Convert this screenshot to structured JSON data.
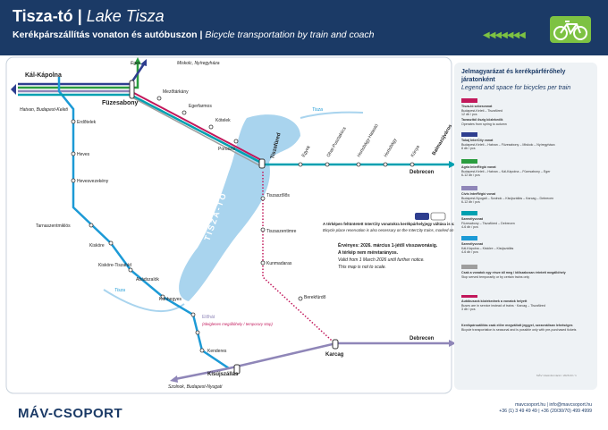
{
  "header": {
    "title_hu": "Tisza-tó",
    "title_sep": "|",
    "title_en": "Lake Tisza",
    "subtitle_hu": "Kerékpárszállítás vonaton és autóbuszon",
    "subtitle_sep": "|",
    "subtitle_en": "Bicycle transportation by train and coach",
    "arrows": "◀◀◀◀◀◀◀",
    "colors": {
      "bg": "#1b3a66",
      "accent": "#7dc242"
    }
  },
  "map": {
    "lake_name": "TISZA-TÓ",
    "river_tisza": "Tisza",
    "river_zagyva": "Tisza",
    "stations": {
      "kal_kapolna": "Kál-Kápolna",
      "hatvan": "Hatvan, Budapest-Keleti",
      "fuzesabony": "Füzesabony",
      "eger": "Eger",
      "miskolc": "Miskolc, Nyíregyháza",
      "mezotarkany": "Mezőtárkány",
      "egerfarmos": "Egerfarmos",
      "kotelek": "Kötelek",
      "poroszlo": "Poroszló",
      "tiszafured": "Tiszafüred",
      "egyek": "Egyek",
      "ohat": "Ohat-Pusztakócs",
      "hortobagy_halasto": "Hortobágy-Halastó",
      "hortobagy": "Hortobágy",
      "kunya": "Kúnya",
      "balmazujvaros": "Balmazújváros",
      "debrecen1": "Debrecen",
      "erdotelek": "Erdőtelek",
      "heves": "Heves",
      "hevesvezekeny": "Hevesvezekény",
      "tarnaszentmiklos": "Tarnaszentmiklós",
      "kiskore": "Kisköre",
      "kiskore_tiszahid": "Kisköre-Tiszahíd",
      "abadszalok": "Abádszalók",
      "kunhegyes": "Kunhegyes",
      "eloszallas": "Előhát",
      "temp_stop": "(Ideiglenes megállóhely / temporary stop)",
      "kenderes": "Kenderes",
      "kisujszallas": "Kisújszállás",
      "szolnok": "Szolnok, Budapest-Nyugati",
      "tiszaszolos": "Tiszaszőlős",
      "tiszaszentimre": "Tiszaszentimre",
      "kunmadaras": "Kunmadaras",
      "berekfurdo": "Berekfürdő",
      "karcag": "Karcag",
      "debrecen2": "Debrecen"
    },
    "notice_hu": "A térképen feltüntetett InterCity vonatokra kerékpárhely­jegy váltása is szükséges.",
    "notice_en": "Bicycle place reservation is also necessary on the InterCity trains, marked on the map.",
    "validity_hu": "Érvényes: 2026. március 1-jétől visszavonásig.",
    "scale_hu": "A térkép nem méretarányos.",
    "validity_en": "Valid from 1 March 2026 until further notice.",
    "scale_en": "This map is not to scale.",
    "line_colors": {
      "intercity": "#2e3e8f",
      "green": "#2a9d3f",
      "violet": "#8f86b8",
      "blue": "#1c9ad6",
      "teal": "#00a0b0",
      "pink": "#c2185b",
      "lake": "#a9d4ee"
    }
  },
  "legend": {
    "title_hu": "Jelmagyarázat és kerékpárférőhely járatonként",
    "title_en": "Legend and space for bicycles per train",
    "items": [
      {
        "name": "Tisza-tó sebesvonat",
        "desc": "Budapest-Keleti – Tiszafüred",
        "cap": "12 db / pcs",
        "color": "#c2185b"
      },
      {
        "name": "Tavaszitól őszig közlekedik",
        "desc": "Operates from spring to autumn",
        "cap": "",
        "color": "#c2185b"
      },
      {
        "name": "Tokaj InterCity vonat",
        "desc": "Budapest-Keleti – Hatvan – Füzesabony – Miskolc – Nyíregyháza",
        "cap": "8 db / pcs",
        "color": "#2e3e8f"
      },
      {
        "name": "Agria InterRégió vonat",
        "desc": "Budapest-Keleti – Hatvan – Kál-Kápolna – Füzesabony – Eger",
        "cap": "6-12 db / pcs",
        "color": "#2a9d3f"
      },
      {
        "name": "Cívis InterRégió vonat",
        "desc": "Budapest-Nyugati – Szolnok – Kisújszállás – Karcag – Debrecen",
        "cap": "6-12 db / pcs",
        "color": "#8f86b8"
      },
      {
        "name": "Személyvonat",
        "desc": "Füzesabony – Tiszafüred – Debrecen",
        "cap": "4-6 db / pcs",
        "color": "#00a0b0"
      },
      {
        "name": "Személyvonat",
        "desc": "Kál-Kápolna – Kisköre – Kisújszállás",
        "cap": "4-6 db / pcs",
        "color": "#1c9ad6"
      },
      {
        "name": "Csak a vonatok egy része áll meg / időszakosan érintett megállóhely",
        "desc": "Stop served temporarily or by certain trains only",
        "cap": "",
        "color": "#9e9e9e"
      },
      {
        "name": "Autóbuszok közlekednek a vonatok helyett",
        "desc": "Buses are in service instead of trains · Karcag – Tiszafüred",
        "cap": "3 db / pcs",
        "color": "#c2185b"
      },
      {
        "name": "Kerékpárszállítás csak előre megváltott jeggyel, szezonálisan lehetséges",
        "desc": "Bicycle transportation is seasonal and is possible only with pre-purchased tickets",
        "cap": "",
        "color": "#c2185b"
      }
    ],
    "code": "MÁV Utasinformáció / 2026.03 / 1"
  },
  "footer": {
    "logo": "MÁV-CSOPORT",
    "web": "mavcsoport.hu | info@mavcsoport.hu",
    "phone": "+36 (1) 3 49 49 49 | +36 (20/30/70) 499 4999"
  }
}
